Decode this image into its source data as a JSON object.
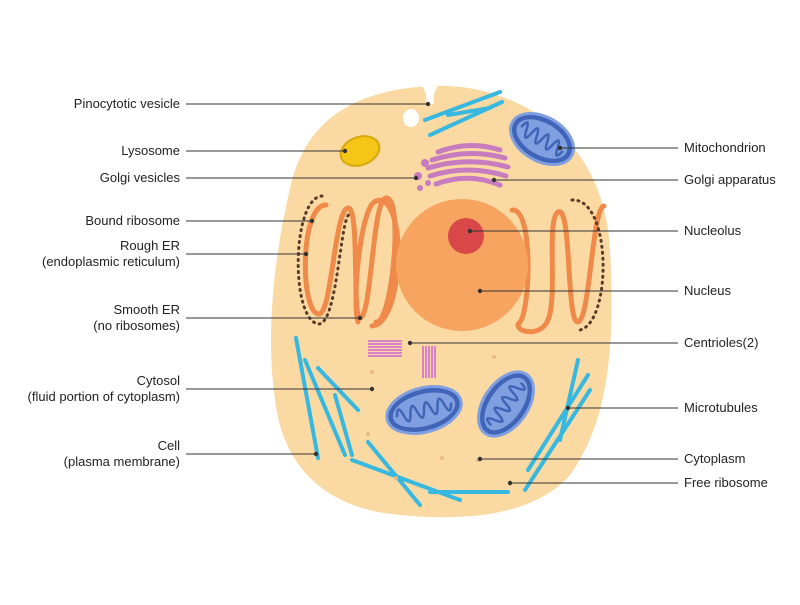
{
  "labels": {
    "left": [
      {
        "name": "pinocytotic-vesicle-label",
        "lines": [
          "Pinocytotic vesicle"
        ]
      },
      {
        "name": "lysosome-label",
        "lines": [
          "Lysosome"
        ]
      },
      {
        "name": "golgi-vesicles-label",
        "lines": [
          "Golgi vesicles"
        ]
      },
      {
        "name": "bound-ribosome-label",
        "lines": [
          "Bound ribosome"
        ]
      },
      {
        "name": "rough-er-label",
        "lines": [
          "Rough ER",
          "(endoplasmic reticulum)"
        ]
      },
      {
        "name": "smooth-er-label",
        "lines": [
          "Smooth ER",
          "(no ribosomes)"
        ]
      },
      {
        "name": "cytosol-label",
        "lines": [
          "Cytosol",
          "(fluid portion of cytoplasm)"
        ]
      },
      {
        "name": "cell-label",
        "lines": [
          "Cell",
          "(plasma membrane)"
        ]
      }
    ],
    "right": [
      {
        "name": "mitochondrion-label",
        "lines": [
          "Mitochondrion"
        ]
      },
      {
        "name": "golgi-apparatus-label",
        "lines": [
          "Golgi apparatus"
        ]
      },
      {
        "name": "nucleolus-label",
        "lines": [
          "Nucleolus"
        ]
      },
      {
        "name": "nucleus-label",
        "lines": [
          "Nucleus"
        ]
      },
      {
        "name": "centrioles-label",
        "lines": [
          "Centrioles(2)"
        ]
      },
      {
        "name": "microtubules-label",
        "lines": [
          "Microtubules"
        ]
      },
      {
        "name": "cytoplasm-label",
        "lines": [
          "Cytoplasm"
        ]
      },
      {
        "name": "free-ribosome-label",
        "lines": [
          "Free ribosome"
        ]
      }
    ]
  },
  "colors": {
    "cytoplasm": "#fbd9a3",
    "nucleus": "#f6a45f",
    "nucleolus": "#d94748",
    "er": "#ef8a4a",
    "mitochondrion_outer": "#3f64b8",
    "mitochondrion_inner": "#7f9fe0",
    "golgi": "#c77cc0",
    "lysosome": "#f5c518",
    "microtubule": "#36b8e0",
    "ribosome": "#5a3b2a",
    "centriole": "#d980c8",
    "leader_line": "#333333"
  }
}
